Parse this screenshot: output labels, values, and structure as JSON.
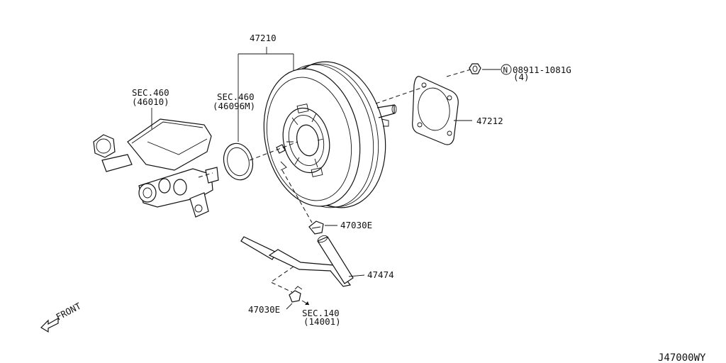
{
  "labels": {
    "booster": "47210",
    "sec460_master": "SEC.460",
    "sec460_master_sub": "(46010)",
    "sec460_seal": "SEC.460",
    "sec460_seal_sub": "(46096M)",
    "nut_part": "08911-1081G",
    "nut_qty": "(4)",
    "nut_symbol": "N",
    "gasket": "47212",
    "clip_upper": "47030E",
    "hose": "47474",
    "clip_lower": "47030E",
    "sec140": "SEC.140",
    "sec140_sub": "(14001)",
    "front": "FRONT",
    "diagram_code": "J47000WY"
  }
}
